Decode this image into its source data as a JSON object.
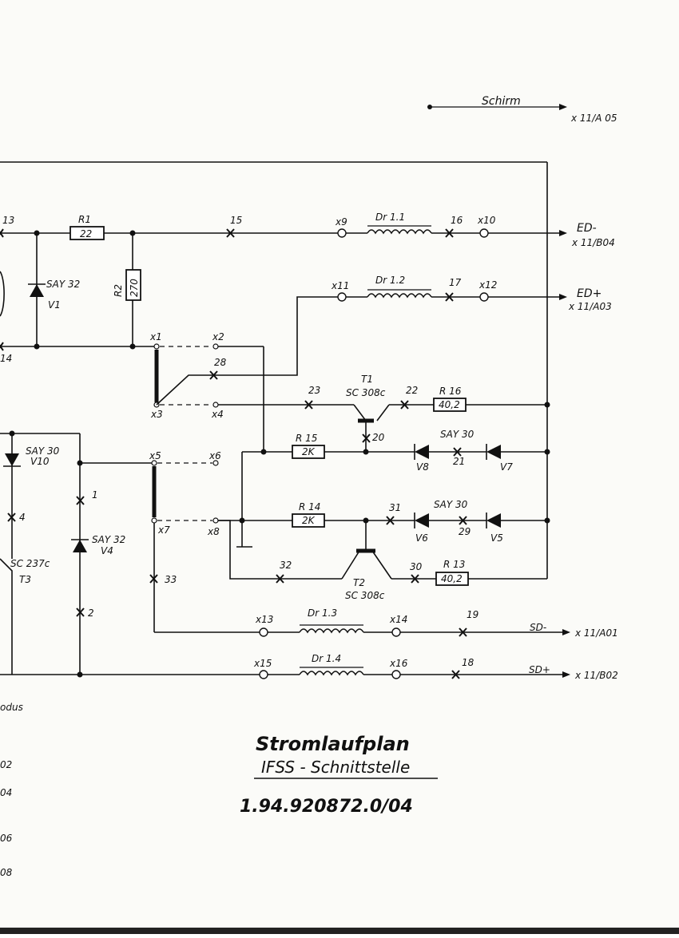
{
  "title": {
    "main": "Stromlaufplan",
    "sub": "IFSS - Schnittstelle",
    "number": "1.94.920872.0/04"
  },
  "connectors": {
    "schirm": "Schirm",
    "schirm_dest": "x 11/A 05",
    "ed_minus": "ED-",
    "ed_minus_dest": "x 11/B04",
    "ed_plus": "ED+",
    "ed_plus_dest": "x 11/A03",
    "sd_minus": "SD-",
    "sd_minus_dest": "x 11/A01",
    "sd_plus": "SD+",
    "sd_plus_dest": "x 11/B02"
  },
  "components": {
    "r1": "R1",
    "r1_val": "22",
    "r2": "R2",
    "r2_val": "270",
    "r13": "R 13",
    "r13_val": "40,2",
    "r14": "R 14",
    "r14_val": "2K",
    "r15": "R 15",
    "r15_val": "2K",
    "r16": "R 16",
    "r16_val": "40,2",
    "dr11": "Dr 1.1",
    "dr12": "Dr 1.2",
    "dr13": "Dr 1.3",
    "dr14": "Dr 1.4",
    "v1_type": "SAY 32",
    "v1": "V1",
    "v4_type": "SAY 32",
    "v4": "V4",
    "v10_type": "SAY 30",
    "v10": "V10",
    "say30_a": "SAY 30",
    "say30_b": "SAY 30",
    "v5": "V5",
    "v6": "V6",
    "v7": "V7",
    "v8": "V8",
    "t1": "T1",
    "t1_type": "SC 308c",
    "t2": "T2",
    "t2_type": "SC 308c",
    "t3": "T3",
    "t3_type": "SC 237c"
  },
  "nodes": {
    "x1": "x1",
    "x2": "x2",
    "x3": "x3",
    "x4": "x4",
    "x5": "x5",
    "x6": "x6",
    "x7": "x7",
    "x8": "x8",
    "x9": "x9",
    "x10": "x10",
    "x11": "x11",
    "x12": "x12",
    "x13": "x13",
    "x14": "x14",
    "x15": "x15",
    "x16": "x16",
    "p1": "1",
    "p2": "2",
    "p4": "4",
    "p13": "13",
    "p14": "14",
    "p15": "15",
    "p16": "16",
    "p17": "17",
    "p18": "18",
    "p19": "19",
    "p20": "20",
    "p21": "21",
    "p22": "22",
    "p23": "23",
    "p28": "28",
    "p29": "29",
    "p30": "30",
    "p31": "31",
    "p32": "32",
    "p33": "33"
  },
  "margin_text": {
    "modus": "odus",
    "m02": "02",
    "m04": "04",
    "m06": "06",
    "m08": "08"
  }
}
